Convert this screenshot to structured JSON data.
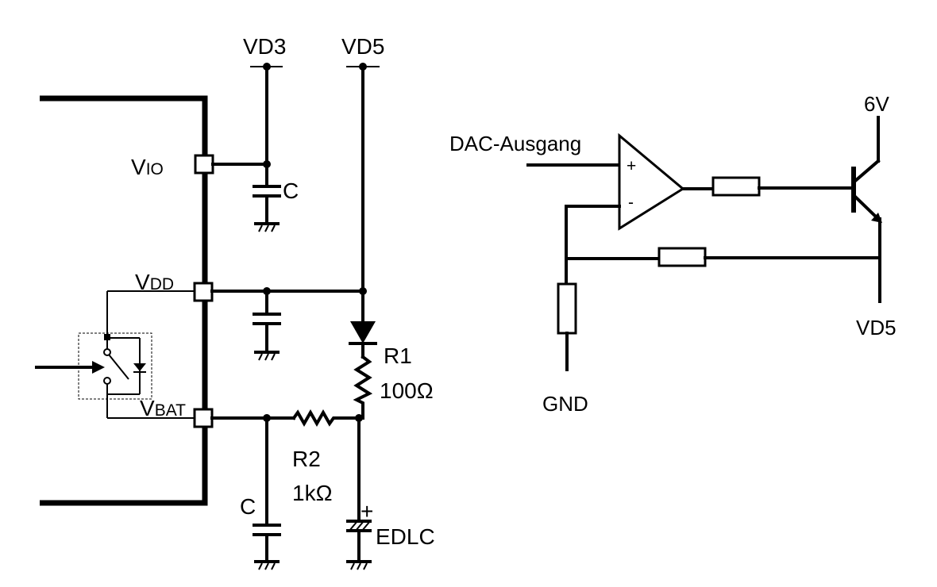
{
  "left_circuit": {
    "rails": {
      "vd3": "VD3",
      "vd5": "VD5"
    },
    "pins": {
      "vio": {
        "main": "V",
        "sub": "IO"
      },
      "vdd": {
        "main": "V",
        "sub": "DD"
      },
      "vbat": {
        "main": "V",
        "sub": "BAT"
      }
    },
    "capacitor_top": "C",
    "capacitor_bottom": "C",
    "r1": {
      "name": "R1",
      "value": "100Ω"
    },
    "r2": {
      "name": "R2",
      "value": "1kΩ"
    },
    "edlc": {
      "name": "EDLC",
      "polarity": "+"
    }
  },
  "right_circuit": {
    "input_label": "DAC-Ausgang",
    "opamp_plus": "+",
    "opamp_minus": "-",
    "supply": "6V",
    "output": "VD5",
    "ground": "GND"
  }
}
